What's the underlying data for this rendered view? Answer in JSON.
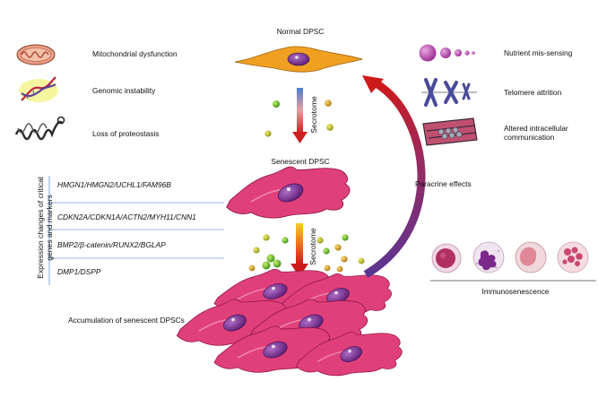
{
  "top_label": "Normal DPSC",
  "mid_label": "Senescent DPSC",
  "bottom_label": "Accumulation of senescent DPSCs",
  "secretome_label": "Secrotome",
  "paracrine_label": "Paracrine effects",
  "immuno_label": "Immunosenescence",
  "left_hallmarks": [
    {
      "label": "Mitochondrial dysfunction",
      "icon": "mitochondrion-icon"
    },
    {
      "label": "Genomic instability",
      "icon": "dna-helix-icon"
    },
    {
      "label": "Loss of proteostasis",
      "icon": "coiled-protein-icon"
    }
  ],
  "right_hallmarks": [
    {
      "label": "Nutrient mis-sensing",
      "icon": "nutrient-spheres-icon"
    },
    {
      "label": "Telomere attrition",
      "icon": "chromosome-icon"
    },
    {
      "label": "Altered intracellular",
      "label2": "communication",
      "icon": "cell-junction-icon"
    }
  ],
  "markers_title_line1": "Expression changes of critical",
  "markers_title_line2": "genes and markers",
  "markers": [
    "HMGN1/HMGN2/UCHL1/FAM96B",
    "CDKN2A/CDKN1A/ACTN2/MYH11/CNN1",
    "BMP2/β-catenin/RUNX2/BGLAP",
    "DMP1/DSPP"
  ],
  "colors": {
    "senescent_cell": "#e0407a",
    "nucleus": "#7a2a90",
    "normal_cell": "#f0a020",
    "arrow_dark": "#5a3590",
    "arrow_red": "#cc2020"
  }
}
